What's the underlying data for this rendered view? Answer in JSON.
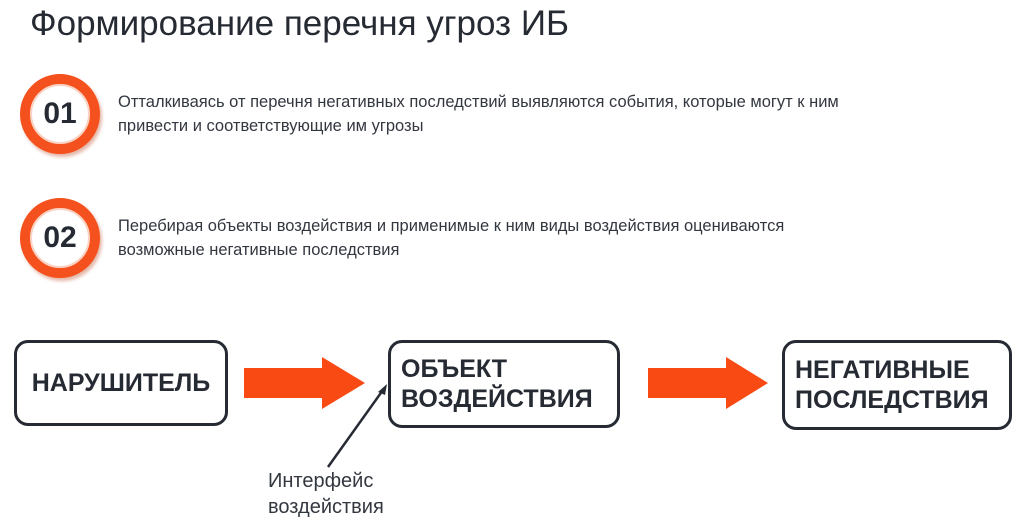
{
  "title": "Формирование перечня угроз ИБ",
  "items": [
    {
      "number": "01",
      "line1": "Отталкиваясь от перечня негативных последствий выявляются события, которые могут к ним",
      "line2": "привести и соответствующие им угрозы"
    },
    {
      "number": "02",
      "line1": "Перебирая объекты воздействия и применимые к ним виды воздействия оцениваются",
      "line2": "возможные негативные последствия"
    }
  ],
  "flow": {
    "box1": "НАРУШИТЕЛЬ",
    "box2_line1": "ОБЪЕКТ",
    "box2_line2": "ВОЗДЕЙСТВИЯ",
    "box3_line1": "НЕГАТИВНЫЕ",
    "box3_line2": "ПОСЛЕДСТВИЯ",
    "interface_line1": "Интерфейс",
    "interface_line2": "воздействия"
  },
  "colors": {
    "accent": "#f4511e",
    "text": "#262a33"
  }
}
